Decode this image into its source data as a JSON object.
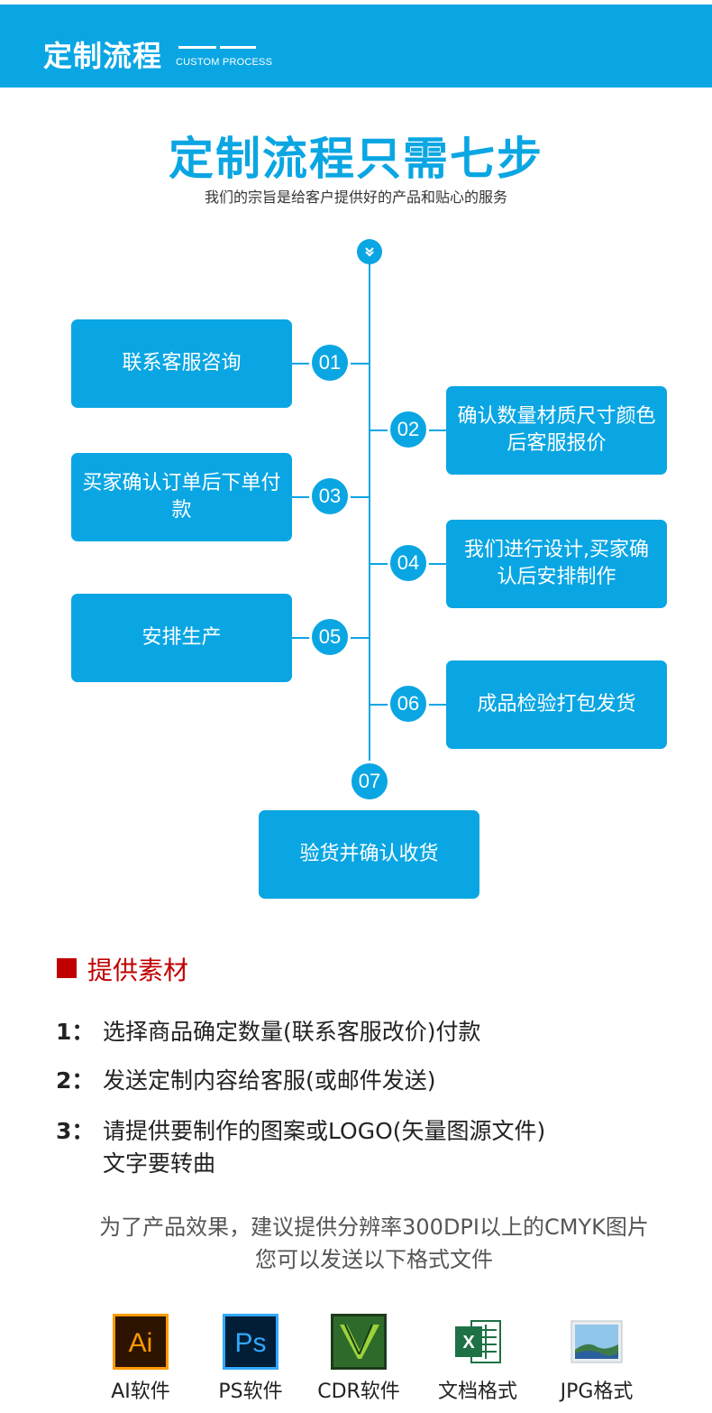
{
  "header": {
    "title": "定制流程",
    "subtitle": "CUSTOM PROCESS"
  },
  "main": {
    "title": "定制流程只需七步",
    "subtitle": "我们的宗旨是给客户提供好的产品和贴心的服务"
  },
  "steps": [
    {
      "num": "01",
      "text": "联系客服咨询"
    },
    {
      "num": "02",
      "text": "确认数量材质尺寸颜色后客服报价"
    },
    {
      "num": "03",
      "text": "买家确认订单后下单付款"
    },
    {
      "num": "04",
      "text": "我们进行设计,买家确认后安排制作"
    },
    {
      "num": "05",
      "text": "安排生产"
    },
    {
      "num": "06",
      "text": "成品检验打包发货"
    },
    {
      "num": "07",
      "text": "验货并确认收货"
    }
  ],
  "materials": {
    "title": "提供素材",
    "items": [
      {
        "num": "1：",
        "line1": "选择商品确定数量(联系客服改价)付款",
        "line2": ""
      },
      {
        "num": "2：",
        "line1": "发送定制内容给客服(或邮件发送)",
        "line2": ""
      },
      {
        "num": "3：",
        "line1": "请提供要制作的图案或LOGO(矢量图源文件)",
        "line2": "文字要转曲"
      }
    ],
    "note_line1": "为了产品效果，建议提供分辨率300DPI以上的CMYK图片",
    "note_line2": "您可以发送以下格式文件"
  },
  "formats": [
    {
      "icon": "ai-file-icon",
      "icon_text": "Ai",
      "label": "AI软件"
    },
    {
      "icon": "ps-file-icon",
      "icon_text": "Ps",
      "label": "PS软件"
    },
    {
      "icon": "cdr-file-icon",
      "icon_text": "",
      "label": "CDR软件"
    },
    {
      "icon": "excel-file-icon",
      "icon_text": "X",
      "label": "文档格式"
    },
    {
      "icon": "jpg-image-icon",
      "icon_text": "",
      "label": "JPG格式"
    }
  ],
  "colors": {
    "accent": "#0aa6e3",
    "section": "#c00000"
  }
}
